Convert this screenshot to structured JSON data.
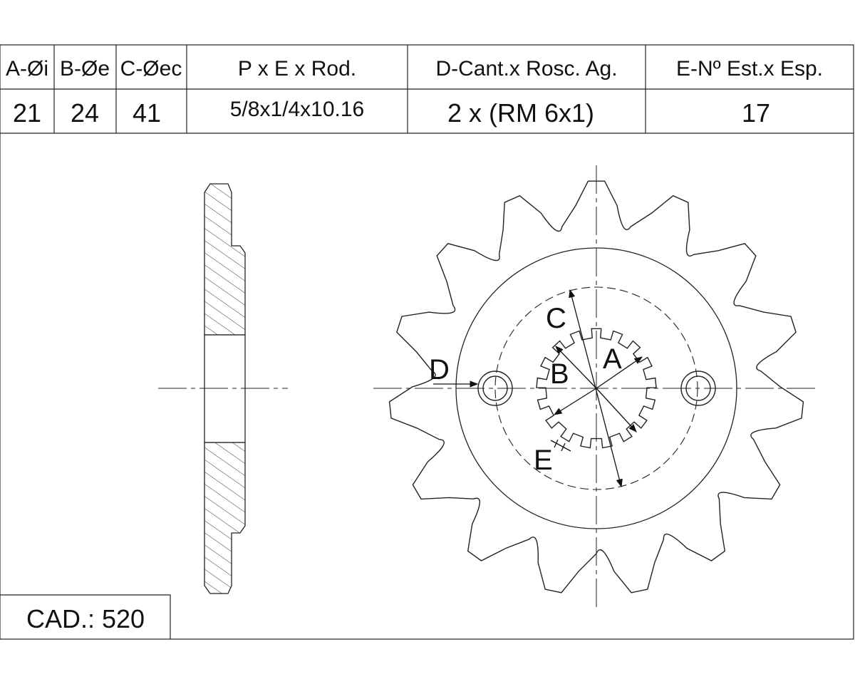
{
  "table": {
    "headers": {
      "a": "A-Øi",
      "b": "B-Øe",
      "c": "C-Øec",
      "pitch": "P x E x Rod.",
      "holes": "D-Cant.x Rosc. Ag.",
      "spline": "E-Nº Est.x Esp."
    },
    "values": {
      "a": "21",
      "b": "24",
      "c": "41",
      "pitch": "5/8x1/4x10.16",
      "holes": "2 x (RM 6x1)",
      "spline": "17"
    }
  },
  "drawing": {
    "labels": {
      "a": "A",
      "b": "B",
      "c": "C",
      "d": "D",
      "e": "E"
    },
    "sprocket_teeth": 15,
    "spline_count": 17
  },
  "footer": {
    "chain": "CAD.: 520"
  },
  "colors": {
    "line": "#222222",
    "background": "#ffffff"
  }
}
